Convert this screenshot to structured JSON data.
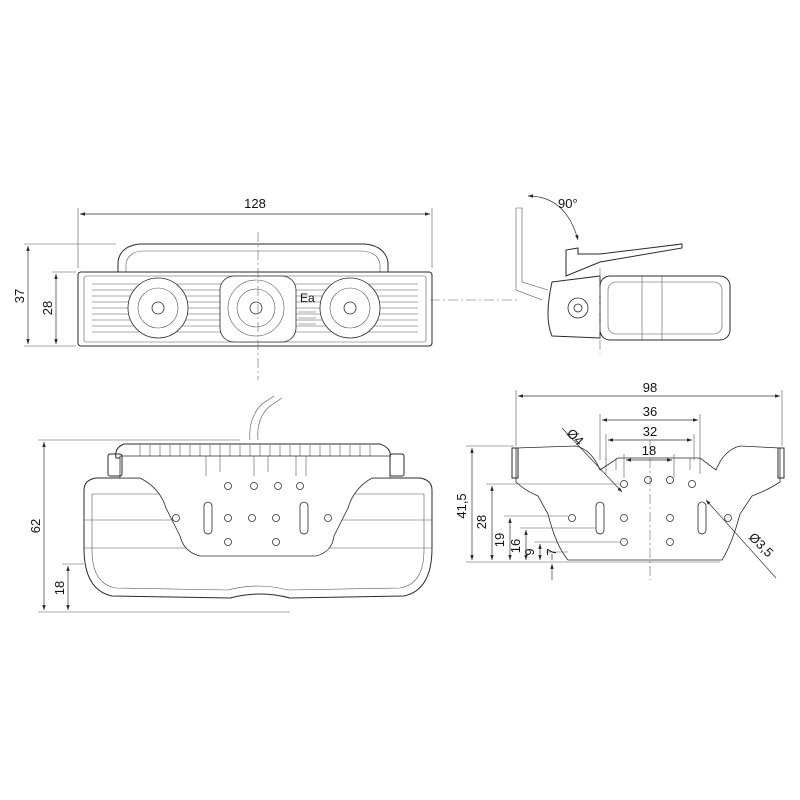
{
  "drawing": {
    "front": {
      "width_label": "128",
      "height_label": "37",
      "inner_height_label": "28",
      "badge": "Ea"
    },
    "side": {
      "angle_label": "90°"
    },
    "bottom": {
      "height_label": "62",
      "low_label": "18"
    },
    "bracket": {
      "width_98": "98",
      "width_36": "36",
      "width_32": "32",
      "width_18": "18",
      "h_41_5": "41,5",
      "h_28": "28",
      "h_19": "19",
      "h_16": "16",
      "h_9": "9",
      "h_7": "7",
      "hole_d4": "Ø4",
      "hole_d3_5": "Ø3,5"
    }
  }
}
